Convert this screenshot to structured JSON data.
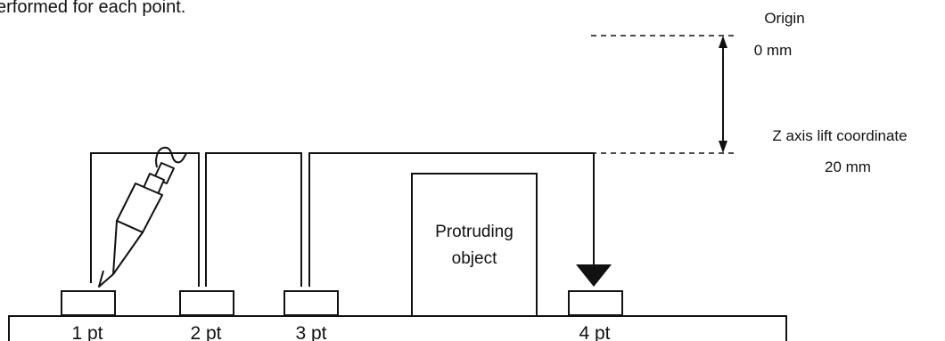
{
  "intro_text": "erformed for each point.",
  "reference_lines": {
    "origin_label": "Origin",
    "origin_value": "0 mm",
    "lift_label": "Z axis lift coordinate",
    "lift_value": "20 mm"
  },
  "points": [
    {
      "label": "1 pt"
    },
    {
      "label": "2 pt"
    },
    {
      "label": "3 pt"
    },
    {
      "label": "4 pt"
    }
  ],
  "obstacle": {
    "line1": "Protruding",
    "line2": "object"
  },
  "colors": {
    "ink": "#111111",
    "background": "#ffffff"
  },
  "icons": {
    "tool": "dispenser-nozzle-icon",
    "marker": "downward-triangle-icon"
  }
}
